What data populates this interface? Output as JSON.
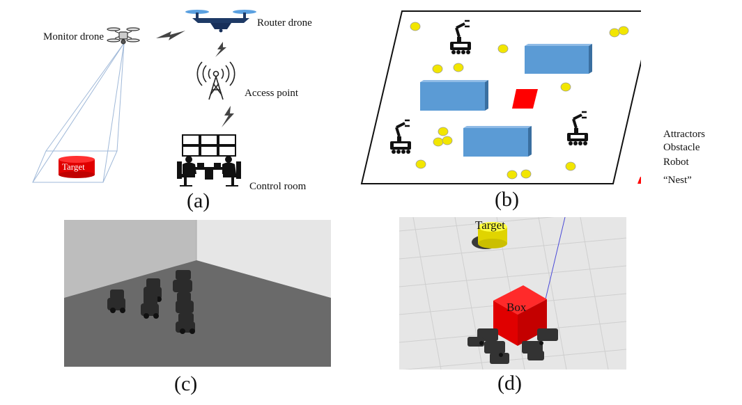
{
  "panel_a": {
    "monitor_drone_label": "Monitor drone",
    "router_drone_label": "Router drone",
    "access_point_label": "Access point",
    "control_room_label": "Control room",
    "target_label": "Target",
    "caption": "(a)"
  },
  "panel_b": {
    "legend": {
      "attractors": "Attractors",
      "obstacle": "Obstacle",
      "robot": "Robot",
      "nest": "“Nest”"
    },
    "colors": {
      "attractor": "#f2e600",
      "obstacle": "#5b9bd5",
      "nest": "#ff0000"
    },
    "caption": "(b)"
  },
  "panel_c": {
    "caption": "(c)"
  },
  "panel_d": {
    "target_label": "Target",
    "box_label": "Box",
    "caption": "(d)"
  }
}
